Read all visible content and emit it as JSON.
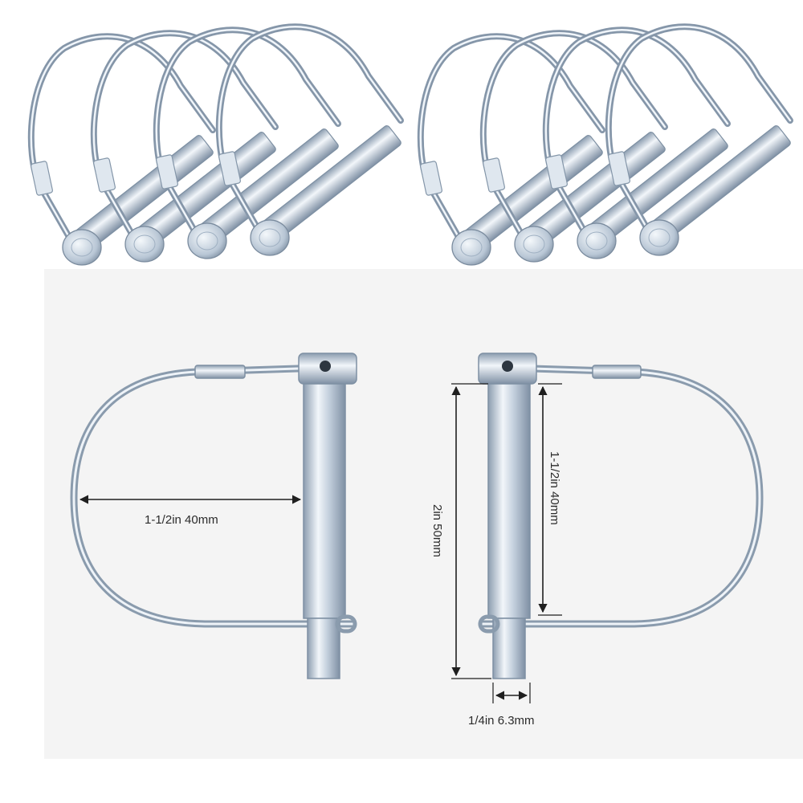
{
  "product": {
    "pin_set_count": 8
  },
  "dimensions": {
    "ring_inner_width": "1-1/2in 40mm",
    "ring_height": "1-1/2in 40mm",
    "pin_length": "2in 50mm",
    "pin_diameter": "1/4in 6.3mm"
  },
  "colors": {
    "background": "#ffffff",
    "panel_background": "#f3f3f3",
    "metal_light": "#e6eef6",
    "metal_mid": "#b9c8d8",
    "metal_dark": "#7c8ea2",
    "dimension_line": "#1f1f1f"
  }
}
